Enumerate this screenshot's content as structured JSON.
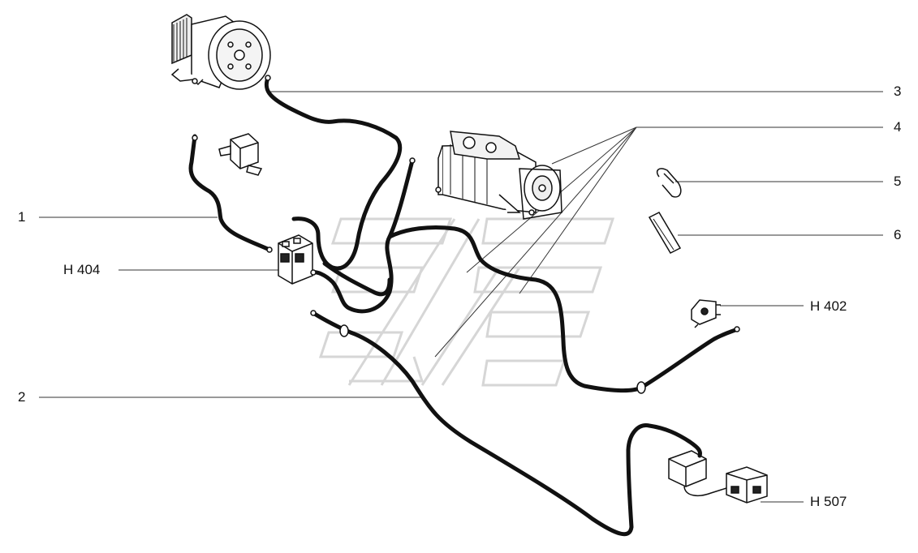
{
  "colors": {
    "line": "#111111",
    "watermark": "#d9d9d9",
    "background": "#ffffff"
  },
  "callouts": {
    "c1": "1",
    "c2": "2",
    "c3": "3",
    "c4": "4",
    "c5": "5",
    "c6": "6",
    "h404": "H 404",
    "h402": "H 402",
    "h507": "H 507"
  }
}
